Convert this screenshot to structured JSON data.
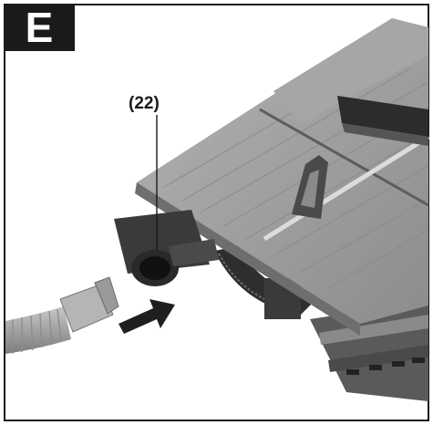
{
  "figure": {
    "step_label": "E",
    "callout_label": "(22)"
  },
  "colors": {
    "frame": "#1a1a1a",
    "table_top": "#9e9e9e",
    "table_edge": "#7a7a7a",
    "dark_part": "#3a3a3a",
    "hose": "#a8a8a8",
    "arrow": "#1f1f1f"
  },
  "icons": [
    "push-direction-arrow"
  ]
}
